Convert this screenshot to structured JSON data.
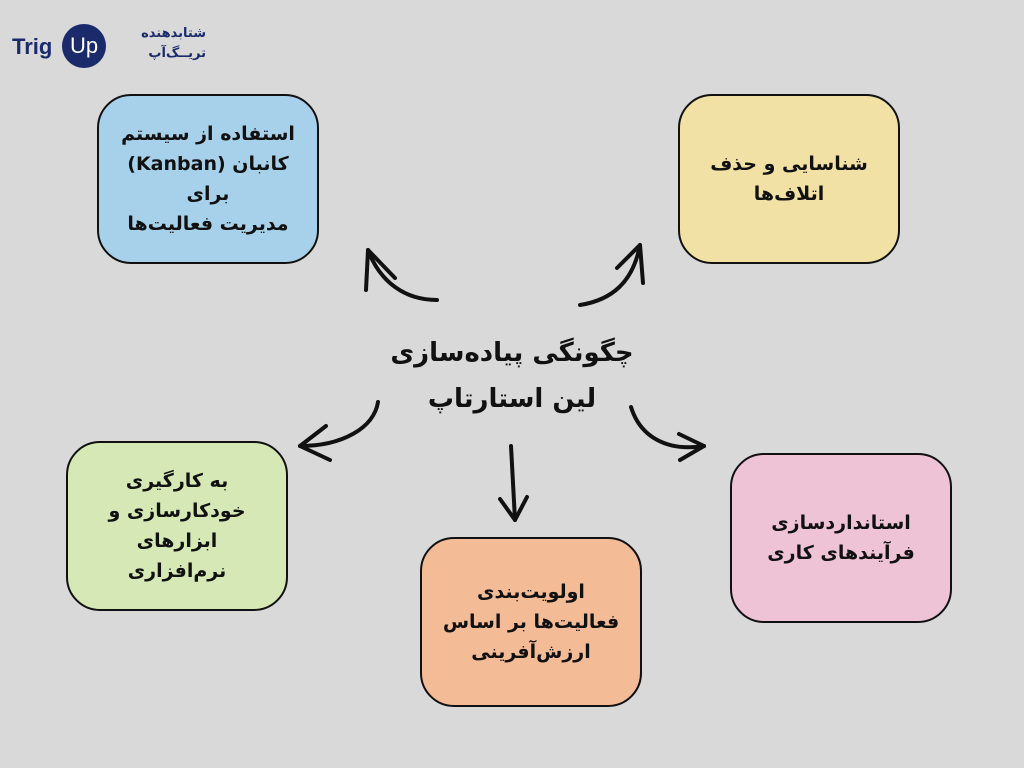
{
  "logo": {
    "word": "Trig",
    "circle": "Up",
    "fa_line1": "شتابدهنده",
    "fa_line2": "تریــگ‌آپ"
  },
  "center": {
    "line1": "چگونگی پیاده‌سازی",
    "line2": "لین استارتاپ"
  },
  "boxes": {
    "kanban": {
      "line1": "استفاده از سیستم",
      "line2": "کانبان (Kanban) برای",
      "line3": "مدیریت فعالیت‌ها",
      "color": "#a7d1ea"
    },
    "waste": {
      "line1": "شناسایی و حذف",
      "line2": "اتلاف‌ها",
      "color": "#f1e1a4"
    },
    "automation": {
      "line1": "به کارگیری",
      "line2": "خودکارسازی و",
      "line3": "ابزارهای نرم‌افزاری",
      "color": "#d5e8b5"
    },
    "priority": {
      "line1": "اولویت‌بندی",
      "line2": "فعالیت‌ها بر اساس",
      "line3": "ارزش‌آفرینی",
      "color": "#f4bb97"
    },
    "standard": {
      "line1": "استانداردسازی",
      "line2": "فرآیندهای کاری",
      "color": "#efc3d6"
    }
  }
}
